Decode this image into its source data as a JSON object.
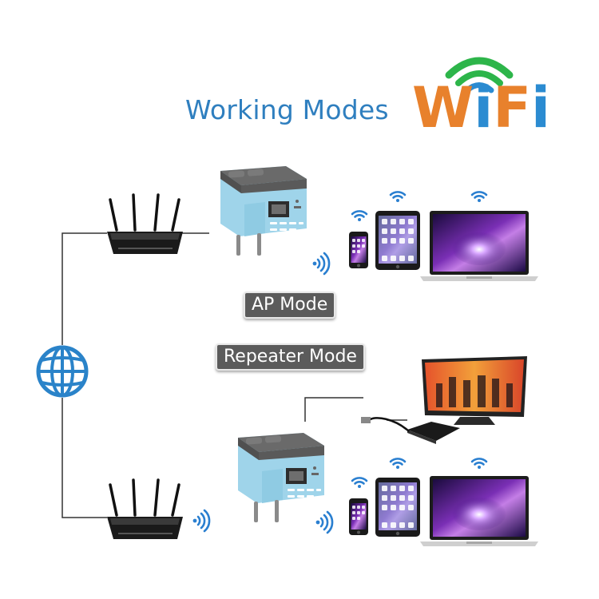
{
  "title": "Working Modes",
  "logo": {
    "letters": [
      "W",
      "i",
      "F",
      "i"
    ],
    "letter_colors": [
      "#e8812c",
      "#2b8bd1",
      "#e8812c",
      "#2b8bd1"
    ],
    "arc_colors": [
      "#2db54a",
      "#2db54a",
      "#2b8bd1"
    ]
  },
  "modes": [
    {
      "label": "AP Mode"
    },
    {
      "label": "Repeater Mode"
    }
  ],
  "colors": {
    "title": "#2f7fbf",
    "badge_bg": "#5b5b5b",
    "device_body": "#9fd4ea",
    "device_top": "#6a6a6a",
    "globe": "#2a83c9",
    "line": "#333333"
  },
  "icons": [
    "globe-icon",
    "router-icon",
    "repeater-icon",
    "wifi-signal-icon",
    "phone-icon",
    "tablet-icon",
    "laptop-icon",
    "tv-icon",
    "set-top-box-icon",
    "ethernet-cable-icon"
  ]
}
